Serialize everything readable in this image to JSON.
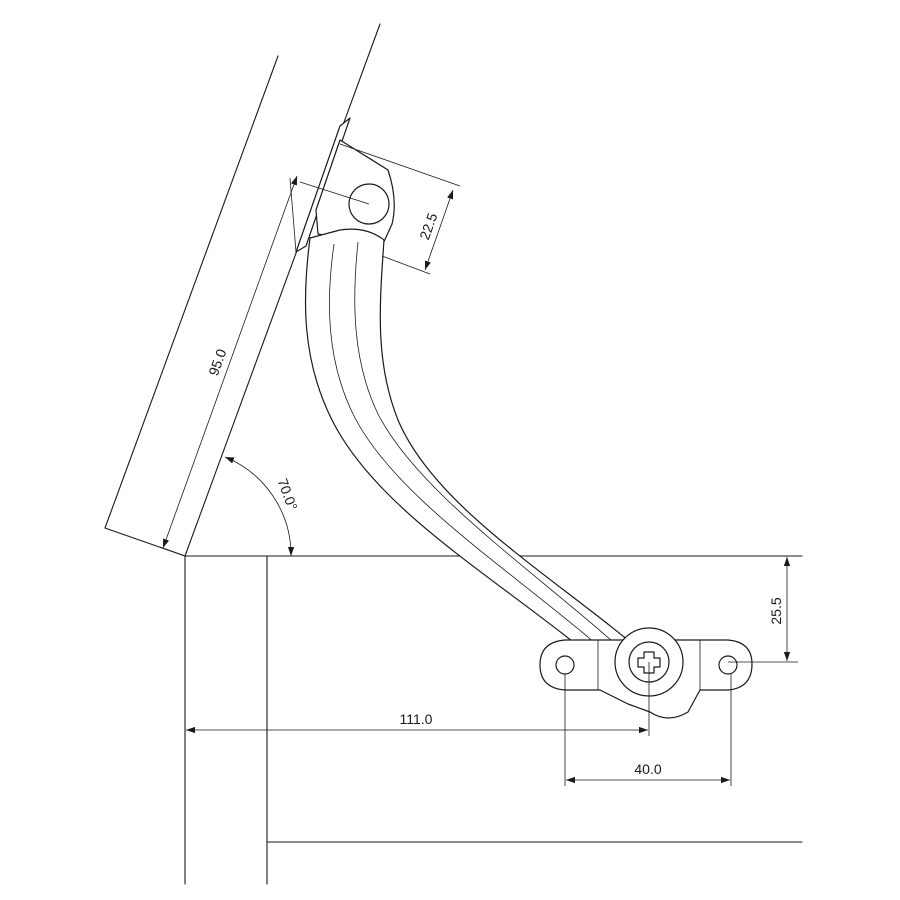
{
  "dimensions": {
    "lid_length": "95.0",
    "opening_angle": "70.0°",
    "top_bracket_offset": "22.5",
    "base_height": "25.5",
    "horizontal_reach": "111.0",
    "hole_spacing": "40.0"
  },
  "icons": {
    "pivot_screw": "phillips-screw-icon"
  }
}
